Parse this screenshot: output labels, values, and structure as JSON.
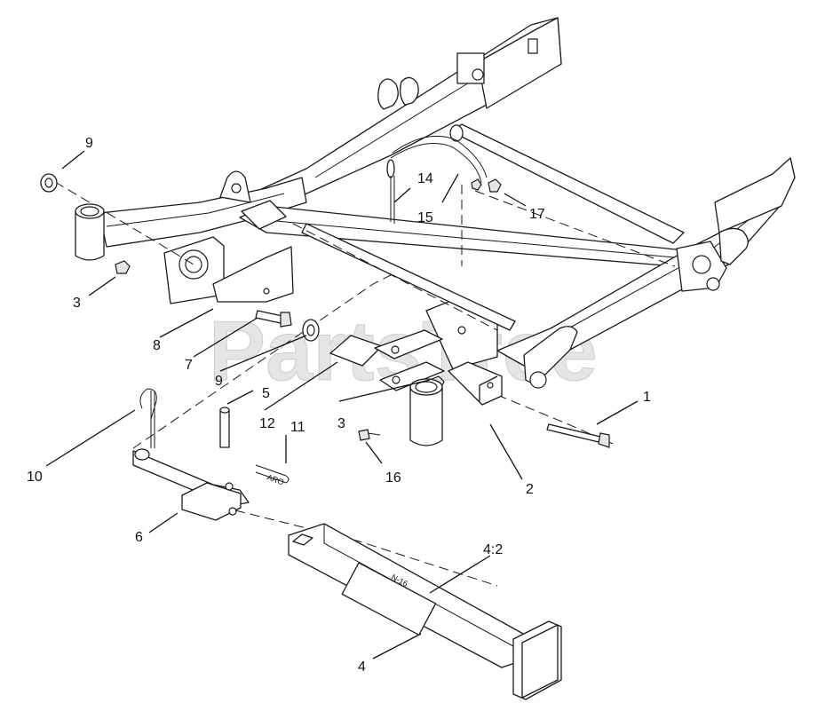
{
  "watermark": {
    "text": "PartsTree",
    "trademark": "TM"
  },
  "decal_text": "N-16",
  "callouts": {
    "c1": "1",
    "c2": "2",
    "c3a": "3",
    "c3b": "3",
    "c4": "4",
    "c4_2": "4:2",
    "c5": "5",
    "c6": "6",
    "c7": "7",
    "c8": "8",
    "c9a": "9",
    "c9b": "9",
    "c10": "10",
    "c11": "11",
    "c12": "12",
    "c14": "14",
    "c15": "15",
    "c16": "16",
    "c17": "17"
  }
}
